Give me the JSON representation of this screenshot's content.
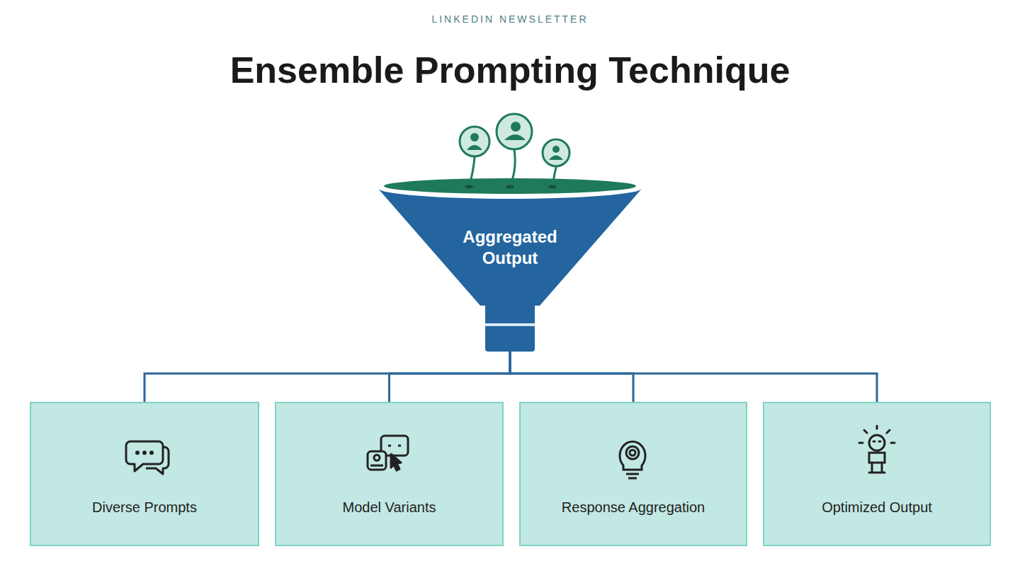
{
  "diagram": {
    "title": "Ensemble Prompting Technique",
    "nodes": [
      {
        "text": [
          "Aggregated Output"
        ]
      },
      {
        "text": [
          "Diverse Prompts"
        ]
      },
      {
        "text": [
          "Model Variants"
        ]
      },
      {
        "text": [
          "Response Aggregation"
        ]
      },
      {
        "text": [
          "Optimized Output"
        ]
      }
    ],
    "edges": [
      {
        "from": 0,
        "to": 1,
        "arrow": "none"
      },
      {
        "from": 0,
        "to": 2,
        "arrow": "none"
      },
      {
        "from": 0,
        "to": 3,
        "arrow": "none"
      },
      {
        "from": 0,
        "to": 4,
        "arrow": "none"
      }
    ],
    "labels": [
      "LINKEDIN NEWSLETTER"
    ]
  }
}
